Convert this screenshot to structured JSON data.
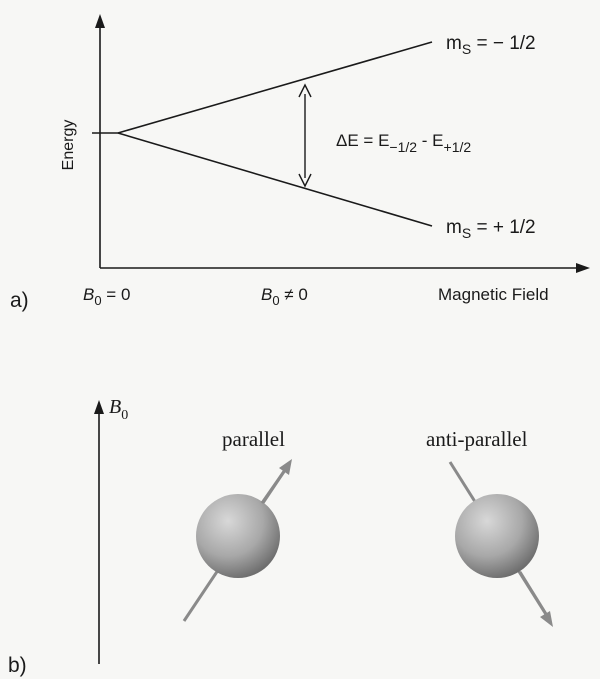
{
  "panel_a": {
    "panel_label": "a)",
    "y_axis_label": "Energy",
    "x_axis_label": "Magnetic Field",
    "tick_b0_zero": {
      "symbol": "B",
      "sub": "0",
      "rest": " = 0"
    },
    "tick_b0_nonzero": {
      "symbol": "B",
      "sub": "0",
      "rest": " ≠ 0"
    },
    "upper_level": {
      "base": "m",
      "sub": "S",
      "rest": " = − 1/2"
    },
    "lower_level": {
      "base": "m",
      "sub": "S",
      "rest": " = + 1/2"
    },
    "delta_e": {
      "lhs": "ΔE = E",
      "sub1": "−1/2",
      "mid": " - E",
      "sub2": "+1/2"
    }
  },
  "panel_b": {
    "panel_label": "b)",
    "field_label": {
      "symbol": "B",
      "sub": "0"
    },
    "parallel_label": "parallel",
    "antiparallel_label": "anti-parallel"
  },
  "colors": {
    "ink": "#1a1a1a",
    "sphere_light": "#d8d8d8",
    "sphere_dark": "#6e6e6e",
    "spin_arrow": "#8a8a8a",
    "background": "#f7f7f5"
  }
}
